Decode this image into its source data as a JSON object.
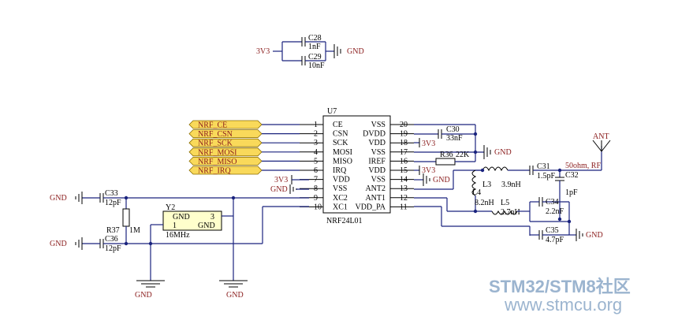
{
  "power": {
    "v33": "3V3",
    "gnd": "GND"
  },
  "caps_top": [
    {
      "ref": "C28",
      "value": "1nF"
    },
    {
      "ref": "C29",
      "value": "10nF"
    }
  ],
  "ic": {
    "ref": "U7",
    "name": "NRF24L01",
    "left_pins": [
      {
        "num": "1",
        "name": "CE"
      },
      {
        "num": "2",
        "name": "CSN"
      },
      {
        "num": "3",
        "name": "SCK"
      },
      {
        "num": "4",
        "name": "MOSI"
      },
      {
        "num": "5",
        "name": "MISO"
      },
      {
        "num": "6",
        "name": "IRQ"
      },
      {
        "num": "7",
        "name": "VDD"
      },
      {
        "num": "8",
        "name": "VSS"
      },
      {
        "num": "9",
        "name": "XC2"
      },
      {
        "num": "10",
        "name": "XC1"
      }
    ],
    "right_pins": [
      {
        "num": "20",
        "name": "VSS"
      },
      {
        "num": "19",
        "name": "DVDD"
      },
      {
        "num": "18",
        "name": "VDD"
      },
      {
        "num": "17",
        "name": "VSS"
      },
      {
        "num": "16",
        "name": "IREF"
      },
      {
        "num": "15",
        "name": "VDD"
      },
      {
        "num": "14",
        "name": "VSS"
      },
      {
        "num": "13",
        "name": "ANT2"
      },
      {
        "num": "12",
        "name": "ANT1"
      },
      {
        "num": "11",
        "name": "VDD_PA"
      }
    ]
  },
  "net_labels": [
    "NRF_CE",
    "NRF_CSN",
    "NRF_SCK",
    "NRF_MOSI",
    "NRF_MISO",
    "NRF_IRQ"
  ],
  "parts": {
    "c30": {
      "ref": "C30",
      "value": "33nF"
    },
    "r36": {
      "ref": "R36",
      "value": "22K"
    },
    "c31": {
      "ref": "C31",
      "value": "1.5pF"
    },
    "l3": {
      "ref": "L3",
      "value": "3.9nH"
    },
    "l4": {
      "ref": "L4",
      "value": "8.2nH"
    },
    "l5": {
      "ref": "L5",
      "value": "2.7nH"
    },
    "c32": {
      "ref": "C32",
      "value": "1pF"
    },
    "c34": {
      "ref": "C34",
      "value": "2.2nF"
    },
    "c35": {
      "ref": "C35",
      "value": "4.7pF"
    },
    "c33": {
      "ref": "C33",
      "value": "12pF"
    },
    "c36": {
      "ref": "C36",
      "value": "12pF"
    },
    "r37": {
      "ref": "R37",
      "value": "1M"
    },
    "y2": {
      "ref": "Y2",
      "value": "16MHz",
      "pin1": "1",
      "pin3": "3",
      "gnd1": "GND",
      "gnd2": "GND"
    },
    "ant": {
      "ref": "ANT",
      "note": "50ohm, RF"
    }
  },
  "watermark": {
    "line1": "STM32/STM8社区",
    "line2": "www.stmcu.org"
  }
}
